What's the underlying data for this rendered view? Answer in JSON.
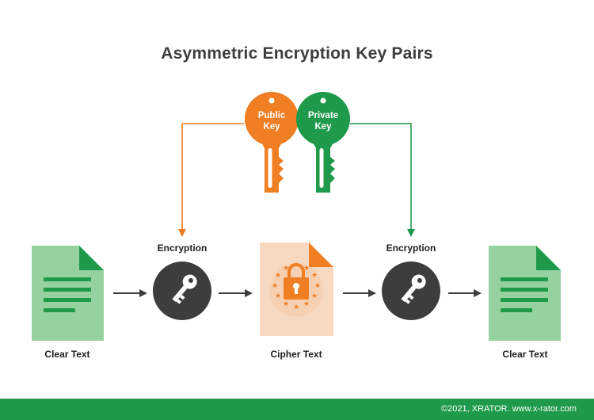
{
  "title": "Asymmetric Encryption Key Pairs",
  "keys": {
    "public": {
      "line1": "Public",
      "line2": "Key"
    },
    "private": {
      "line1": "Private",
      "line2": "Key"
    }
  },
  "steps": {
    "clear_text_in": "Clear Text",
    "encryption_left": "Encryption",
    "cipher_text": "Cipher Text",
    "encryption_right": "Encryption",
    "clear_text_out": "Clear Text"
  },
  "colors": {
    "public_key": "#f07e22",
    "private_key": "#1f9a4a",
    "clear_doc": "#96d29f",
    "doc_lines": "#1f9a4a",
    "cipher_doc": "#f7d9c2",
    "lock": "#f07e22",
    "circle": "#3d3d3d",
    "arrow": "#3d3d3d",
    "footer": "#1f9a4a"
  },
  "footer": {
    "copyright": "©2021, XRATOR. www.x-rator.com"
  }
}
